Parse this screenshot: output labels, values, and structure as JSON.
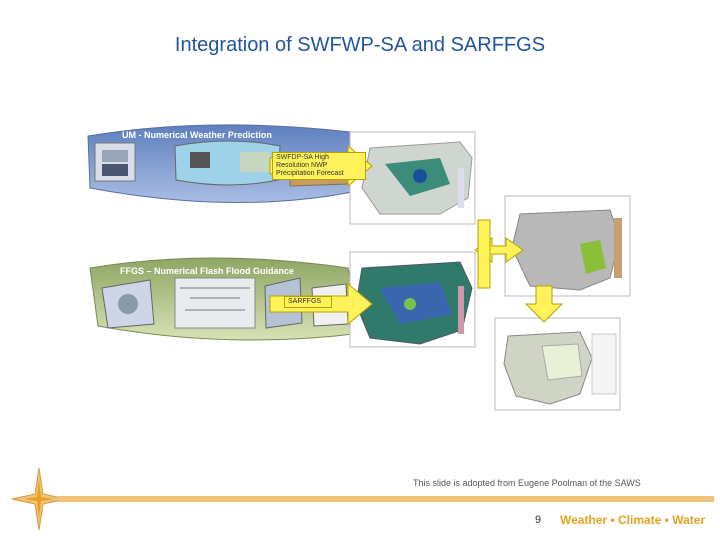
{
  "slide": {
    "title": "Integration of SWFWP-SA and SARFFGS",
    "credit": "This slide is adopted from Eugene Poolman of the SAWS",
    "page_number": "9",
    "brand": "Weather • Climate • Water"
  },
  "diagram": {
    "top_panel_title": "UM - Numerical Weather Prediction",
    "top_panel_label": "SWFDP-SA High Resolution NWP Precipitation Forecast",
    "bottom_panel_title": "FFGS – Numerical Flash Flood Guidance",
    "bottom_panel_label": "SARFFGS"
  },
  "colors": {
    "title": "#2255a0",
    "brand": "#e8a020",
    "footer_rule": "#f2c27a",
    "arrow": "#fff25a",
    "panel_top": "#6f8fc7",
    "panel_bottom": "#b7c98a"
  }
}
